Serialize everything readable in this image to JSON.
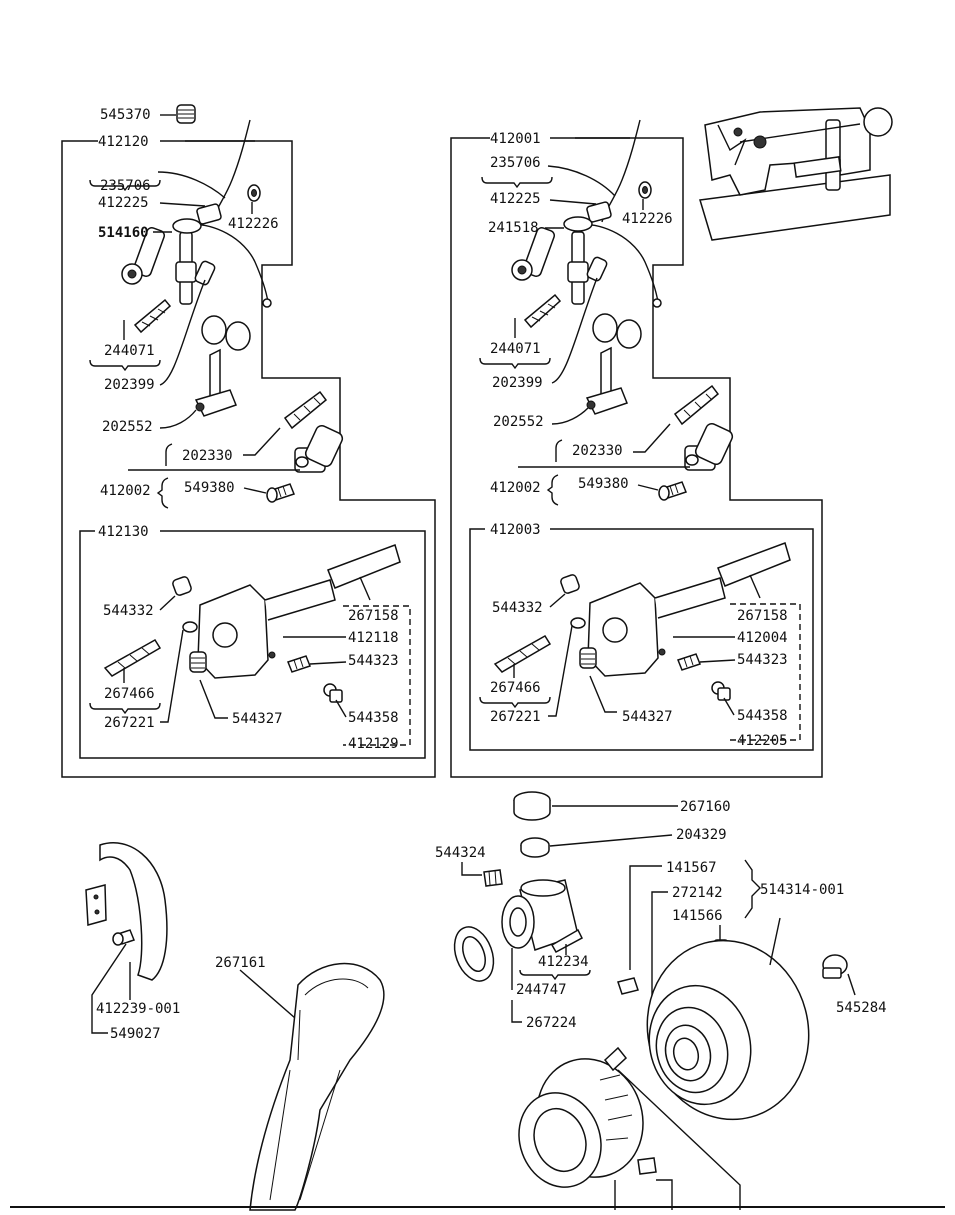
{
  "left_panel": {
    "top_part": "545370",
    "frame": "412120",
    "parts": {
      "a": "235706",
      "b": "412225",
      "c": "412226",
      "d": "514160",
      "e": "244071",
      "f": "202399",
      "g": "202552",
      "h": "202330",
      "i": "412002",
      "j": "549380"
    },
    "subassembly": {
      "frame": "412130",
      "parts": {
        "a": "544332",
        "b": "267158",
        "c": "412118",
        "d": "267466",
        "e": "544323",
        "f": "267221",
        "g": "544327",
        "h": "544358",
        "i": "412129"
      }
    }
  },
  "right_panel": {
    "frame": "412001",
    "parts": {
      "a": "235706",
      "b": "412225",
      "c": "412226",
      "d": "241518",
      "e": "244071",
      "f": "202399",
      "g": "202552",
      "h": "202330",
      "i": "412002",
      "j": "549380"
    },
    "subassembly": {
      "frame": "412003",
      "parts": {
        "a": "544332",
        "b": "267158",
        "c": "412004",
        "d": "267466",
        "e": "544323",
        "f": "267221",
        "g": "544327",
        "h": "544358",
        "i": "412205"
      }
    }
  },
  "lower": {
    "belt_guard": {
      "a": "412239-001",
      "b": "549027"
    },
    "belt": "267161",
    "pulley_group": {
      "a": "267160",
      "b": "204329",
      "c": "544324",
      "d": "412234",
      "e": "244747",
      "f": "267224",
      "g": "141567",
      "h": "272142",
      "i": "141566",
      "j": "514314-001",
      "k": "545284"
    }
  }
}
